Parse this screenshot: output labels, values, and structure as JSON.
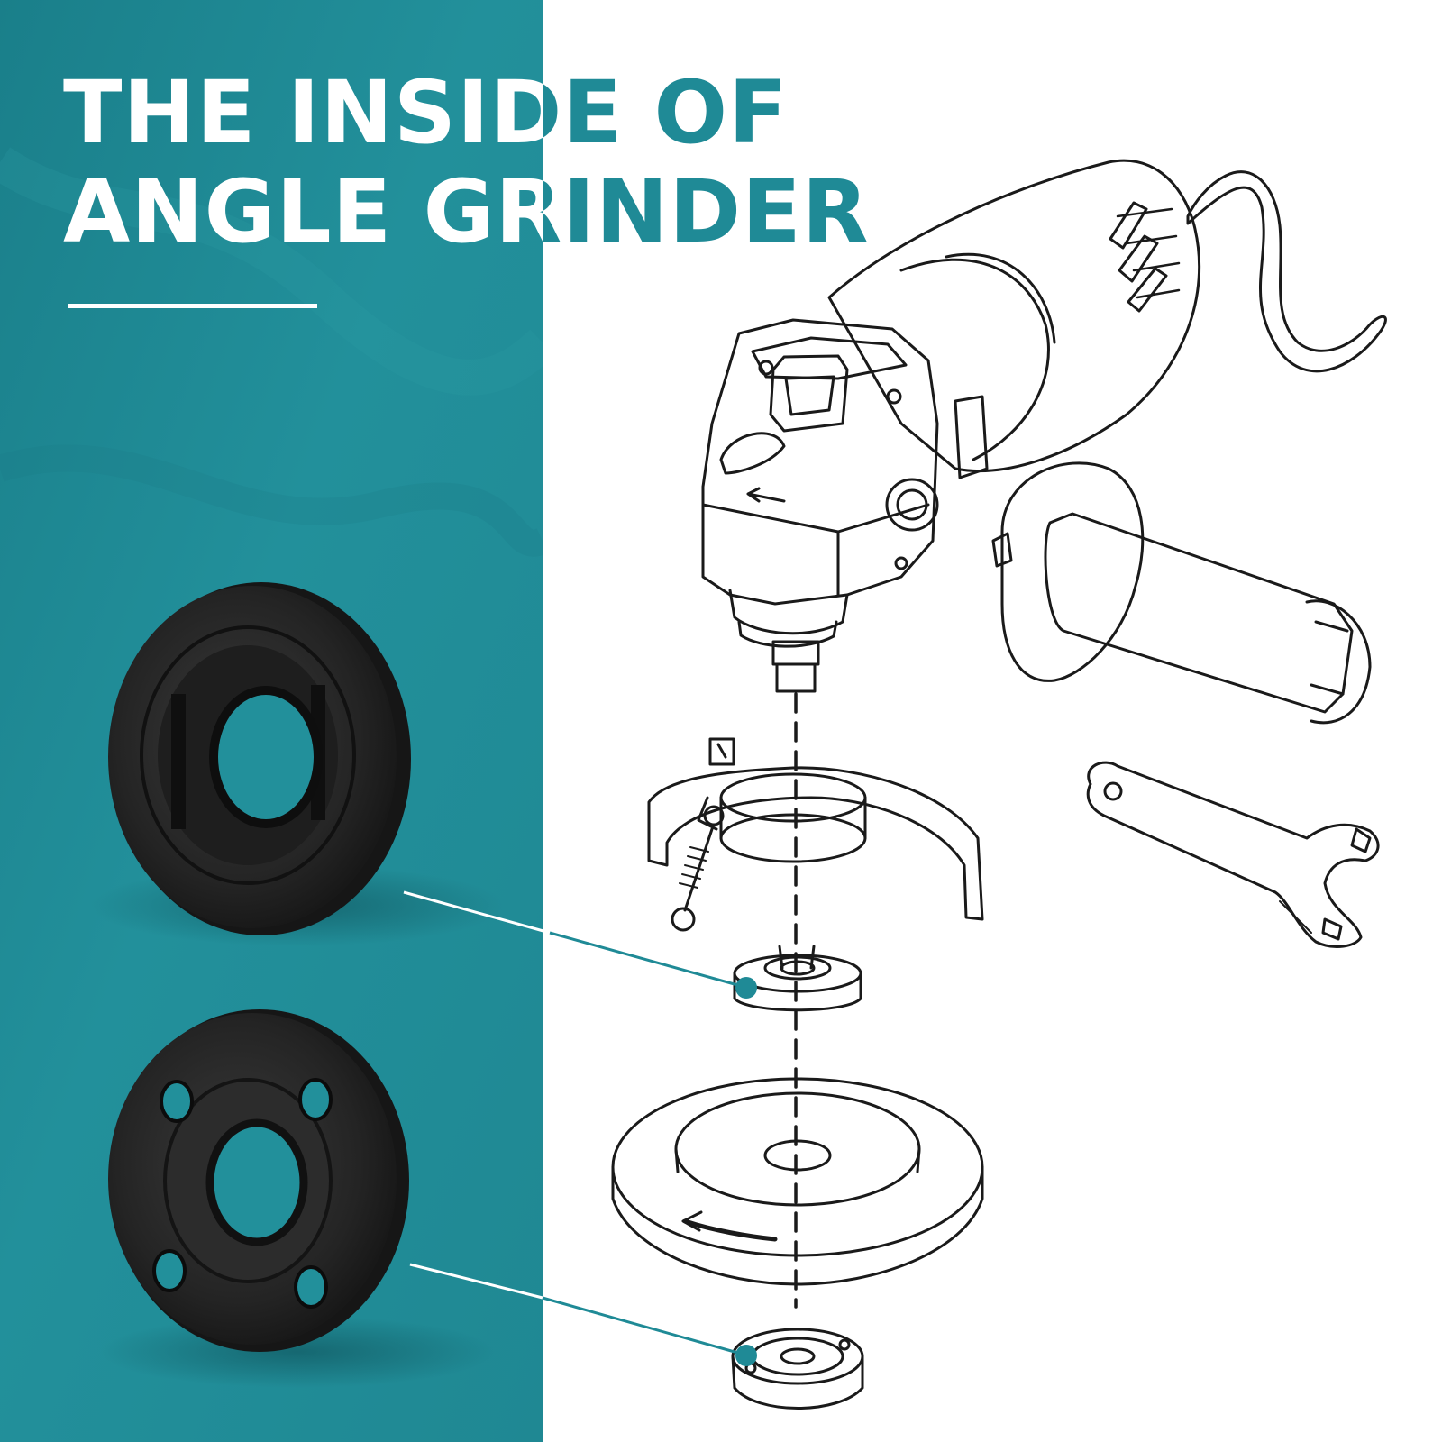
{
  "headline": {
    "line1": "THE INSIDE OF",
    "line2": "ANGLE GRINDER"
  },
  "colors": {
    "teal_panel": "#22909b",
    "teal_dark": "#1a7b86",
    "teal_text": "#1f8a96",
    "callout_line": "#1f8a96",
    "part_black": "#1c1c1c",
    "drawing_ink": "#1a1a1a",
    "background": "#ffffff"
  },
  "parts": [
    {
      "name": "inner-flange",
      "icon": "slotted-flange-photo"
    },
    {
      "name": "lock-nut",
      "icon": "four-hole-lock-nut-photo"
    }
  ]
}
